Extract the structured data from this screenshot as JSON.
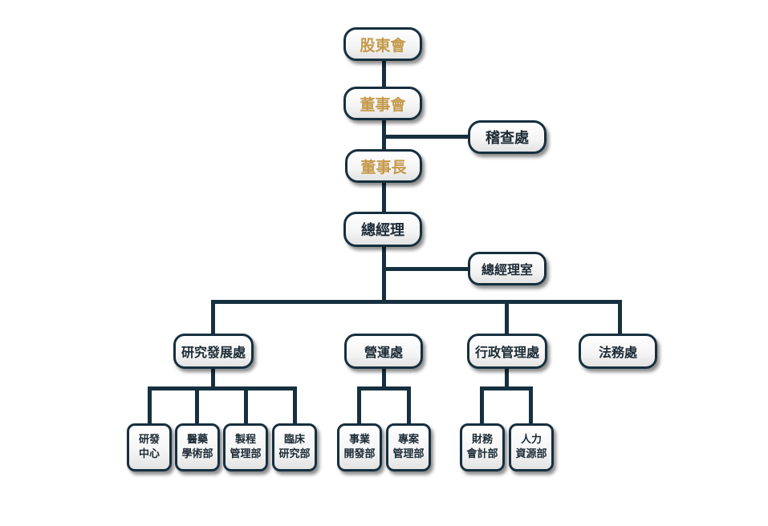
{
  "org_chart": {
    "shareholders": "股東會",
    "board": "董事會",
    "audit": "稽查處",
    "chairman": "董事長",
    "general_manager": "總經理",
    "gm_office": "總經理室",
    "departments": [
      {
        "name": "研究發展處",
        "units": [
          "研發\n中心",
          "醫藥\n學術部",
          "製程\n管理部",
          "臨床\n研究部"
        ]
      },
      {
        "name": "營運處",
        "units": [
          "事業\n開發部",
          "專案\n管理部"
        ]
      },
      {
        "name": "行政管理處",
        "units": [
          "財務\n會計部",
          "人力\n資源部"
        ]
      },
      {
        "name": "法務處",
        "units": []
      }
    ]
  },
  "colors": {
    "line": "#16303f",
    "executive_text": "#c59a4a",
    "text": "#1c2b36"
  }
}
